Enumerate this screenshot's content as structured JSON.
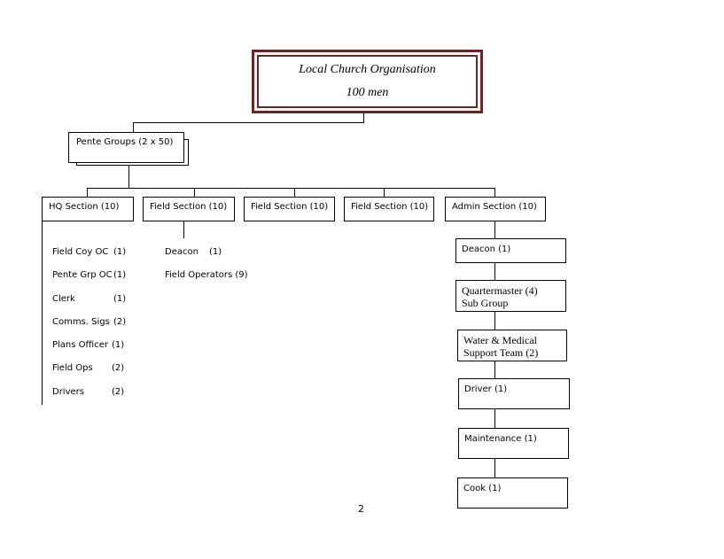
{
  "title": {
    "line1": "Local Church Organisation",
    "line2": "100 men"
  },
  "pente": {
    "label": "Pente Groups  (2 x 50)"
  },
  "sections": [
    {
      "label": "HQ Section (10)"
    },
    {
      "label": "Field Section (10)"
    },
    {
      "label": "Field Section (10)"
    },
    {
      "label": "Field Section (10)"
    },
    {
      "label": "Admin Section (10)"
    }
  ],
  "hq_roles": [
    {
      "name": "Field Coy OC",
      "count": "(1)"
    },
    {
      "name": "Pente Grp OC",
      "count": "(1)"
    },
    {
      "name": "Clerk",
      "count": "(1)"
    },
    {
      "name": "Comms.  Sigs",
      "count": "(2)"
    },
    {
      "name": "Plans Officer",
      "count": "(1)"
    },
    {
      "name": "Field Ops",
      "count": "(2)"
    },
    {
      "name": "Drivers",
      "count": "(2)"
    }
  ],
  "field_roles": [
    {
      "name": "Deacon",
      "count": "(1)"
    },
    {
      "name": "Field  Operators (9)",
      "count": ""
    }
  ],
  "admin_chain": [
    {
      "line1": "Deacon (1)",
      "line2": ""
    },
    {
      "line1": "Quartermaster (4)",
      "line2": "Sub Group"
    },
    {
      "line1": "Water & Medical",
      "line2": "Support Team (2)"
    },
    {
      "line1": "Driver (1)",
      "line2": ""
    },
    {
      "line1": "Maintenance (1)",
      "line2": ""
    },
    {
      "line1": "Cook (1)",
      "line2": ""
    }
  ],
  "page_number": "2",
  "colors": {
    "title_border": "#7a1f1f",
    "lines": "#000000"
  }
}
